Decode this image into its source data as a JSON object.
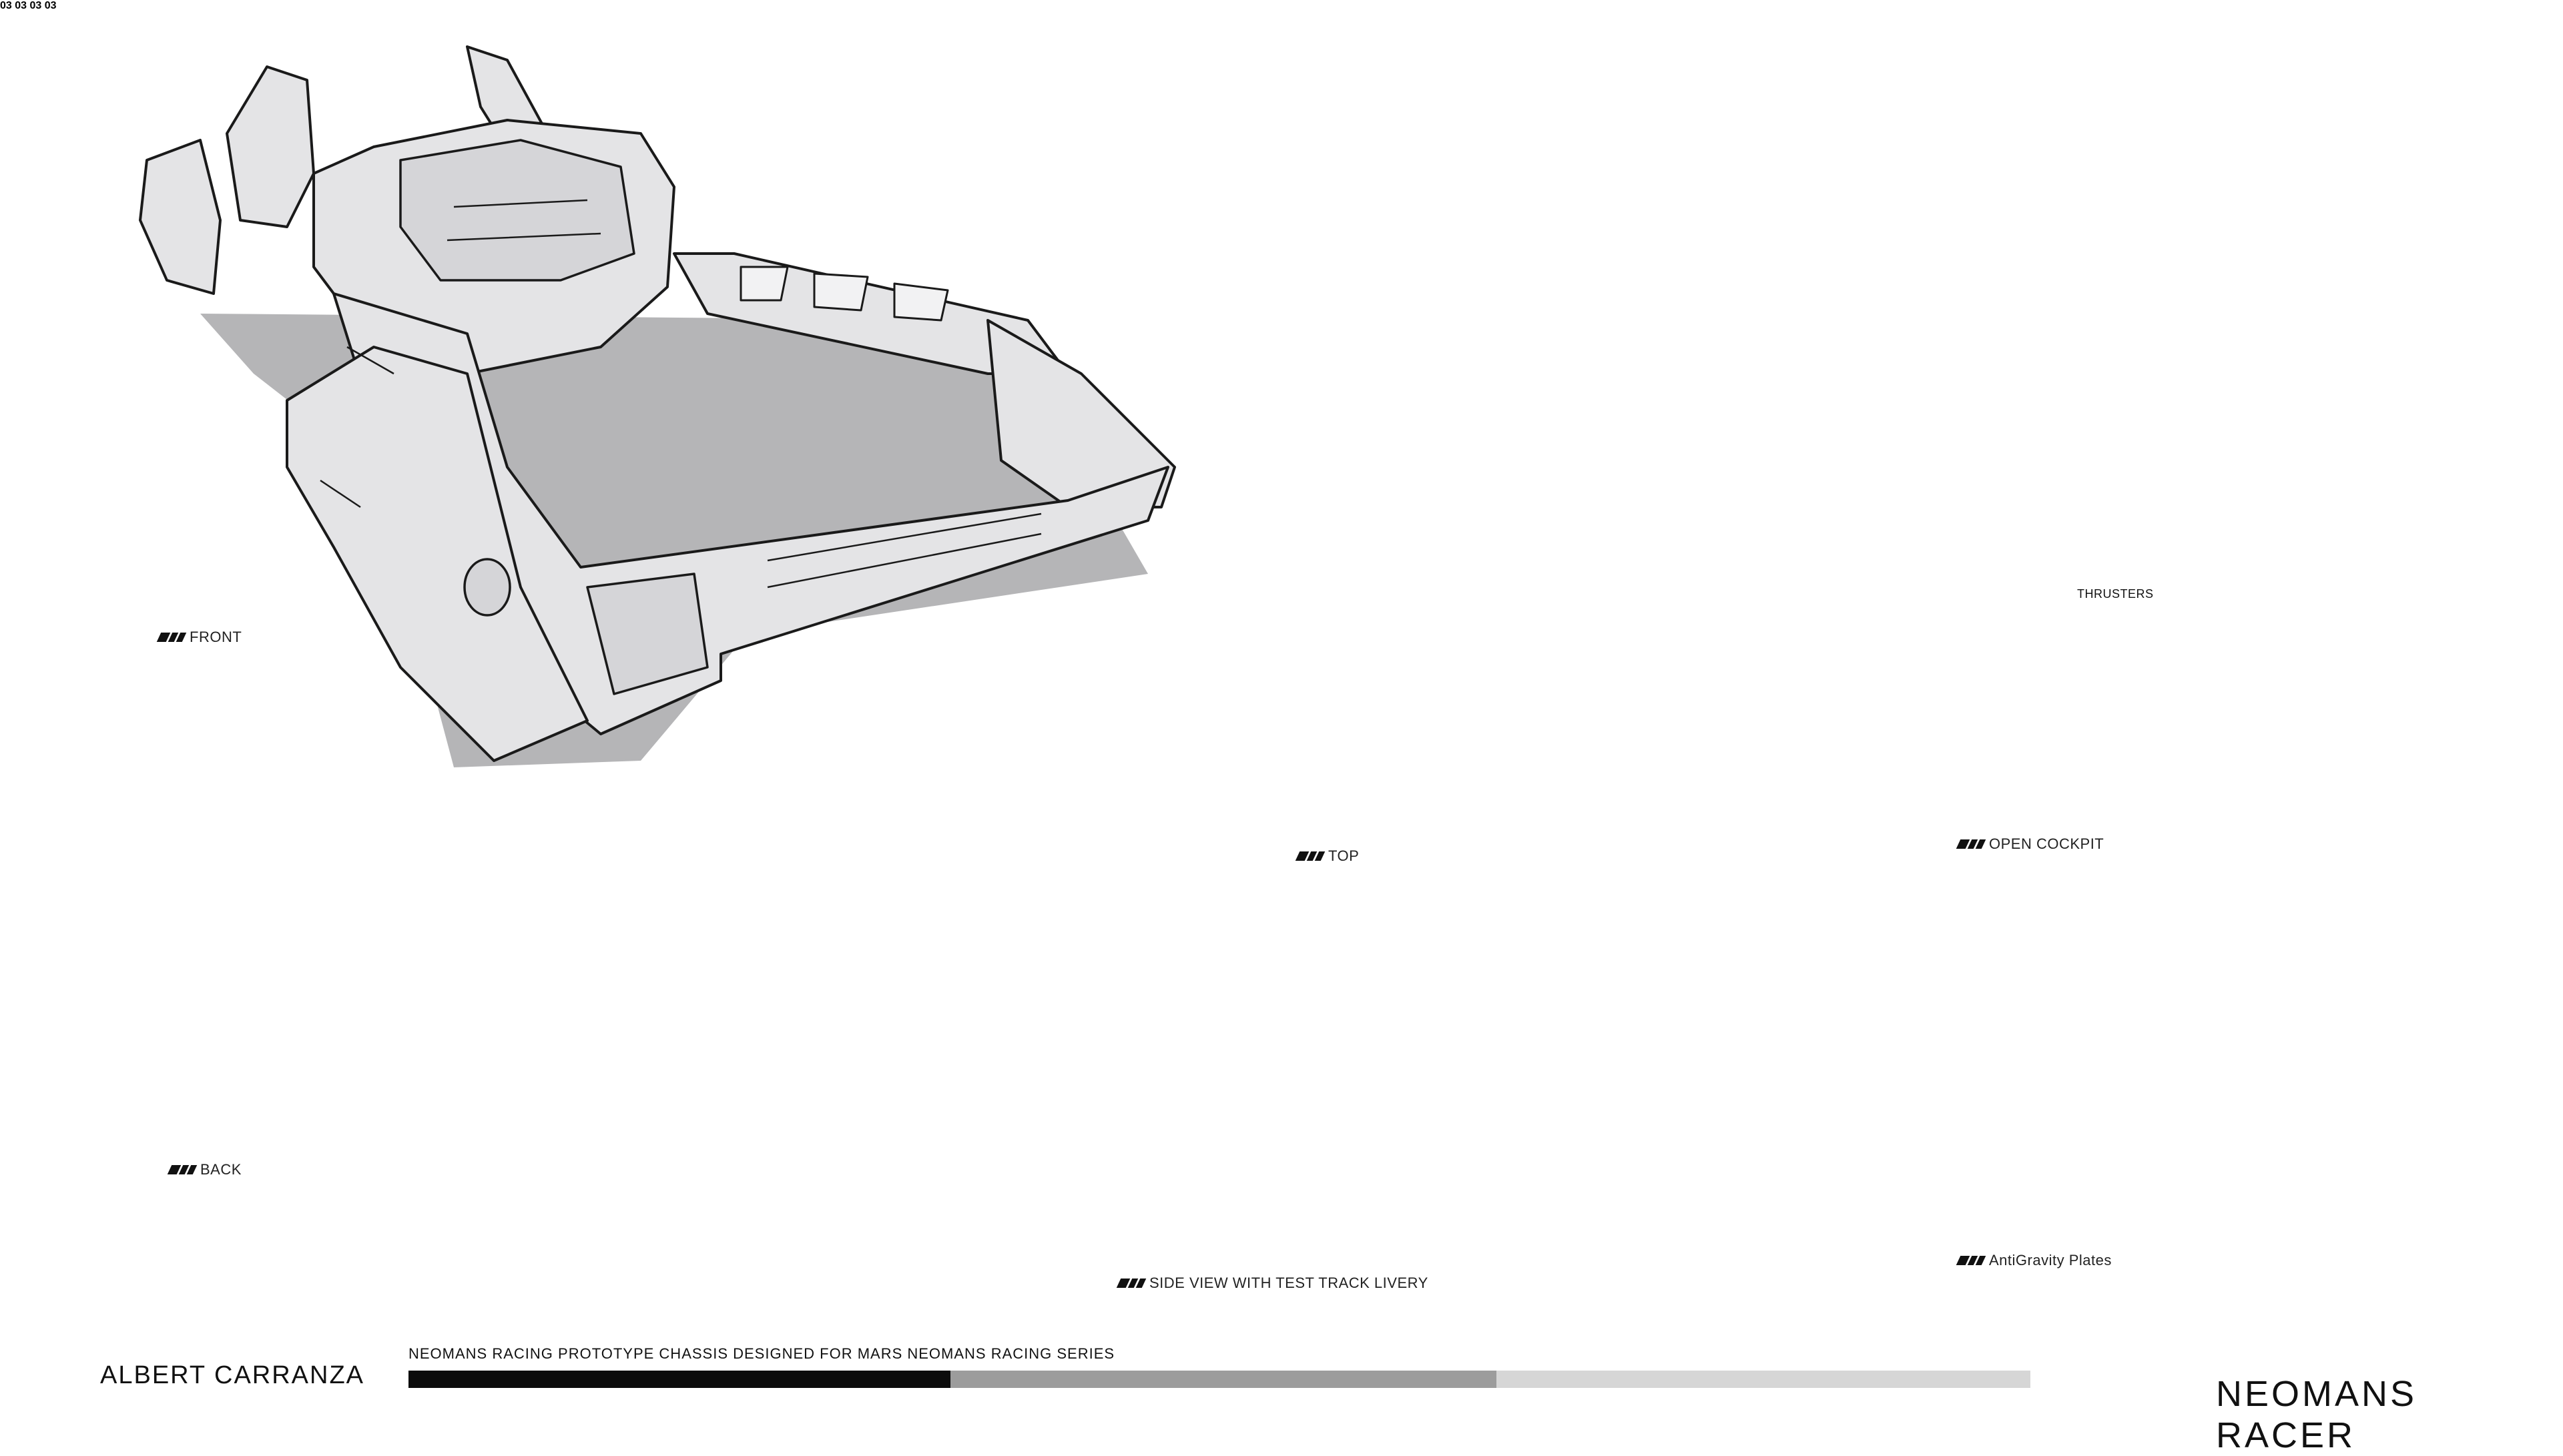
{
  "labels": {
    "front": "FRONT",
    "back": "BACK",
    "top": "TOP",
    "open_cockpit": "OPEN COCKPIT",
    "side_view": "SIDE VIEW WITH TEST TRACK  LIVERY",
    "antigravity": "AntiGravity Plates",
    "thrusters": "THRUSTERS"
  },
  "livery_number": "03",
  "credit": "ALBERT CARRANZA",
  "caption": "NEOMANS RACING PROTOTYPE CHASSIS DESIGNED FOR MARS NEOMANS RACING SERIES",
  "brand": "NEOMANS RACER",
  "colors": {
    "line": "#1a1a1a",
    "fill": "#e4e4e6",
    "shadow": "#b5b5b7",
    "silhouette": "#9a9a9c",
    "bar_dark": "#0c0c0c",
    "bar_mid": "#9c9c9c",
    "bar_light": "#d6d6d6"
  }
}
